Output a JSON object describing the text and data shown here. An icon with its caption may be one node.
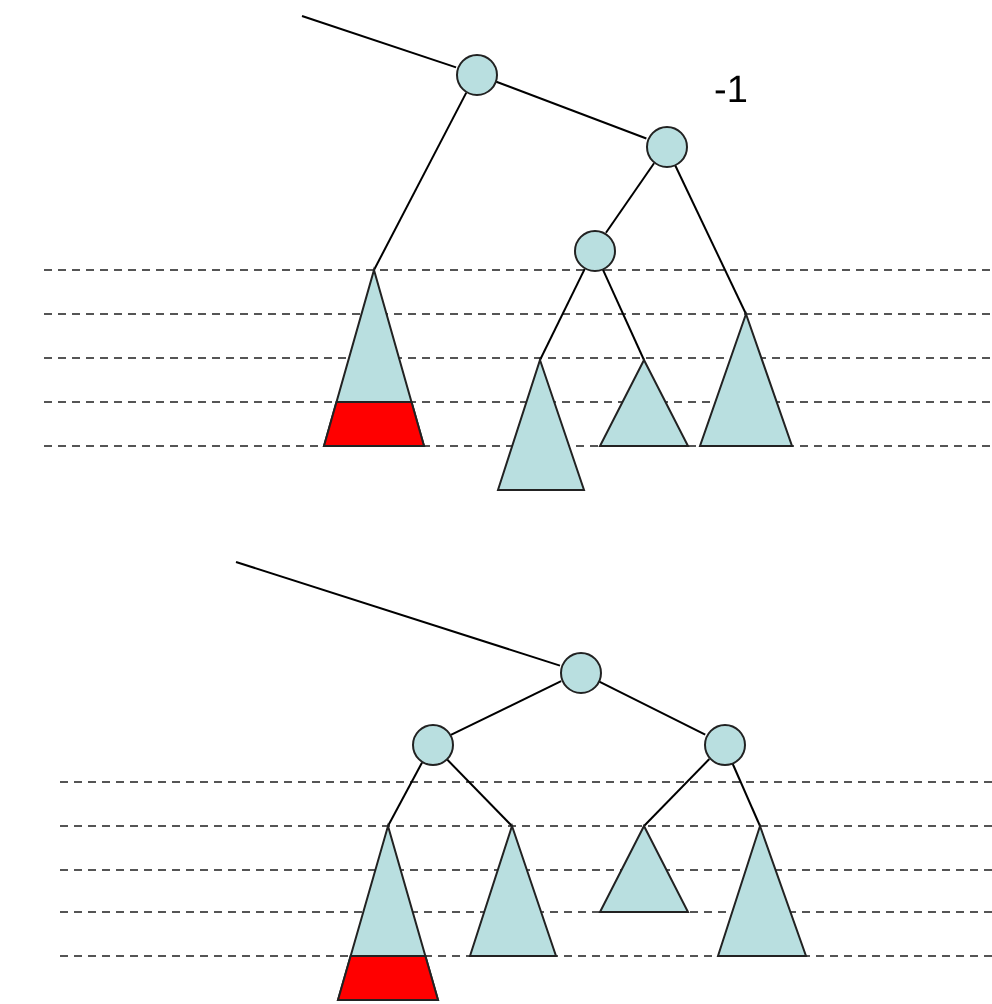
{
  "diagram": {
    "nodes": [
      {
        "text": [],
        "shape": "circle"
      },
      {
        "text": [],
        "shape": "circle",
        "beside": [
          "-1"
        ]
      },
      {
        "text": [],
        "shape": "circle"
      },
      {
        "text": [],
        "shape": "triangle"
      },
      {
        "text": [],
        "shape": "triangle"
      },
      {
        "text": [],
        "shape": "triangle"
      },
      {
        "text": [],
        "shape": "triangle"
      },
      {
        "text": [],
        "shape": "circle"
      },
      {
        "text": [],
        "shape": "circle"
      },
      {
        "text": [],
        "shape": "circle"
      },
      {
        "text": [],
        "shape": "triangle"
      },
      {
        "text": [],
        "shape": "triangle"
      },
      {
        "text": [],
        "shape": "triangle"
      },
      {
        "text": [],
        "shape": "triangle"
      }
    ],
    "edges": [
      {
        "from": null,
        "to": 0,
        "arrow": "none"
      },
      {
        "from": 0,
        "to": 1,
        "arrow": "none"
      },
      {
        "from": 1,
        "to": 2,
        "arrow": "none"
      },
      {
        "from": 0,
        "to": 3,
        "arrow": "none"
      },
      {
        "from": 2,
        "to": 4,
        "arrow": "none"
      },
      {
        "from": 2,
        "to": 5,
        "arrow": "none"
      },
      {
        "from": 1,
        "to": 6,
        "arrow": "none"
      },
      {
        "from": null,
        "to": 7,
        "arrow": "none"
      },
      {
        "from": 7,
        "to": 8,
        "arrow": "none"
      },
      {
        "from": 7,
        "to": 9,
        "arrow": "none"
      },
      {
        "from": 8,
        "to": 10,
        "arrow": "none"
      },
      {
        "from": 8,
        "to": 11,
        "arrow": "none"
      },
      {
        "from": 9,
        "to": 12,
        "arrow": "none"
      },
      {
        "from": 9,
        "to": 13,
        "arrow": "none"
      }
    ]
  }
}
